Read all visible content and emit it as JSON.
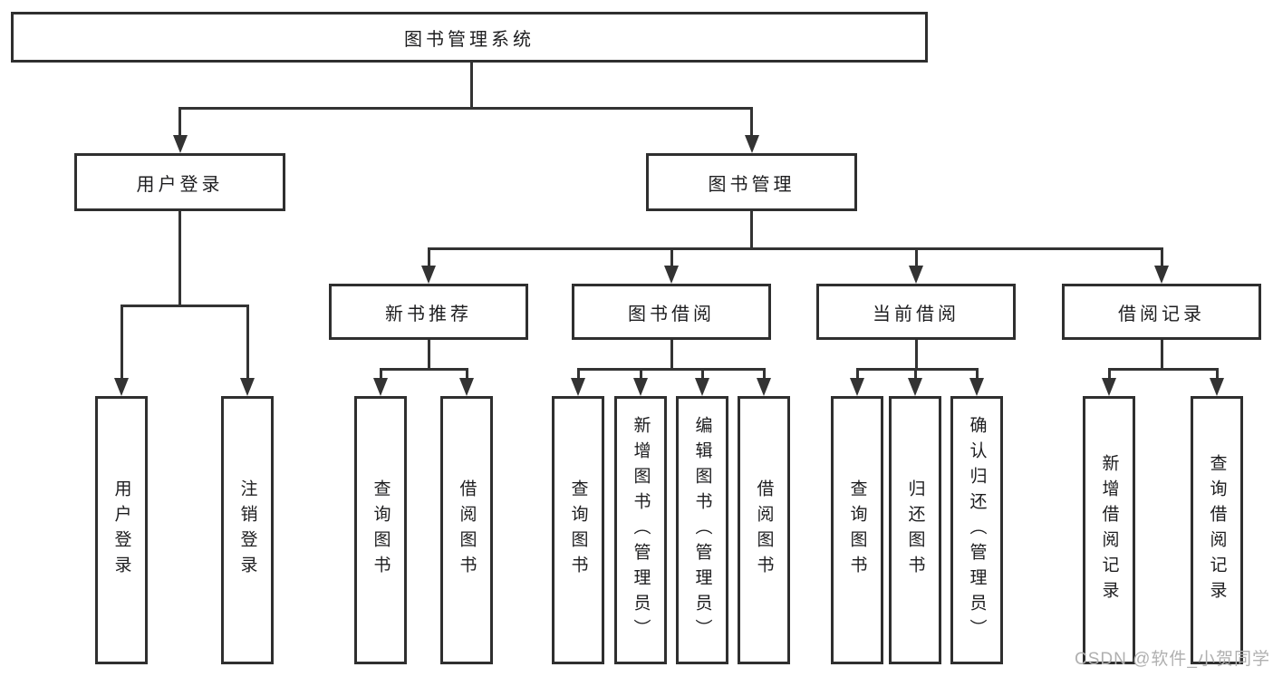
{
  "diagram": {
    "root": {
      "label": "图书管理系统"
    },
    "level2": [
      {
        "id": "user-login",
        "label": "用户登录"
      },
      {
        "id": "book-management",
        "label": "图书管理"
      }
    ],
    "level3": [
      {
        "id": "new-book-recommend",
        "label": "新书推荐"
      },
      {
        "id": "book-borrow",
        "label": "图书借阅"
      },
      {
        "id": "current-borrow",
        "label": "当前借阅"
      },
      {
        "id": "borrow-records",
        "label": "借阅记录"
      }
    ],
    "leaves": [
      {
        "parent": "user-login",
        "label": "用户登录"
      },
      {
        "parent": "user-login",
        "label": "注销登录"
      },
      {
        "parent": "new-book-recommend",
        "label": "查询图书"
      },
      {
        "parent": "new-book-recommend",
        "label": "借阅图书"
      },
      {
        "parent": "book-borrow",
        "label": "查询图书"
      },
      {
        "parent": "book-borrow",
        "label": "新增图书（管理员）"
      },
      {
        "parent": "book-borrow",
        "label": "编辑图书（管理员）"
      },
      {
        "parent": "book-borrow",
        "label": "借阅图书"
      },
      {
        "parent": "current-borrow",
        "label": "查询图书"
      },
      {
        "parent": "current-borrow",
        "label": "归还图书"
      },
      {
        "parent": "current-borrow",
        "label": "确认归还（管理员）"
      },
      {
        "parent": "borrow-records",
        "label": "新增借阅记录"
      },
      {
        "parent": "borrow-records",
        "label": "查询借阅记录"
      }
    ]
  },
  "watermark": "CSDN @软件_小贺同学",
  "colors": {
    "line": "#333333",
    "border": "#2f2f2f",
    "text": "#1d1d1f",
    "box_fill": "#ffffff",
    "watermark": "#b0b0b0"
  }
}
